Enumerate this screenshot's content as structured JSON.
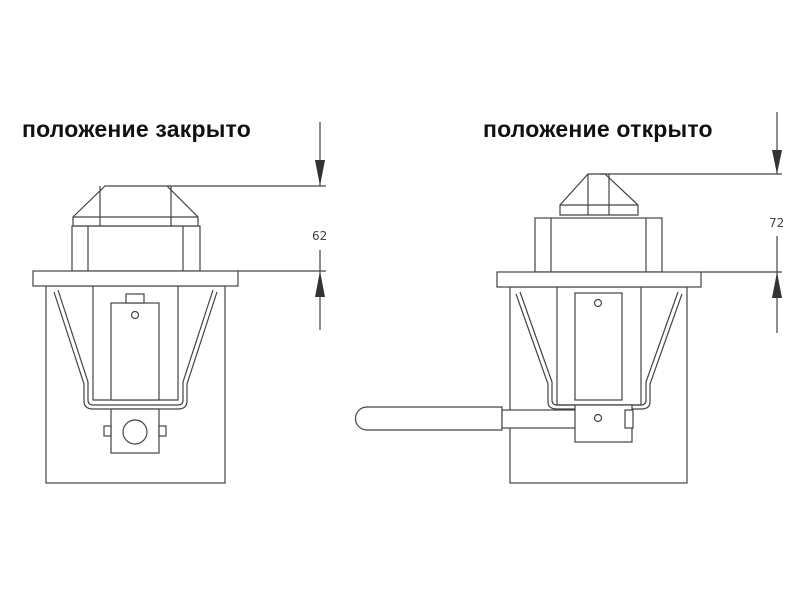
{
  "closed": {
    "title": "положение закрыто",
    "dimension": "62"
  },
  "open": {
    "title": "положение открыто",
    "dimension": "72"
  }
}
